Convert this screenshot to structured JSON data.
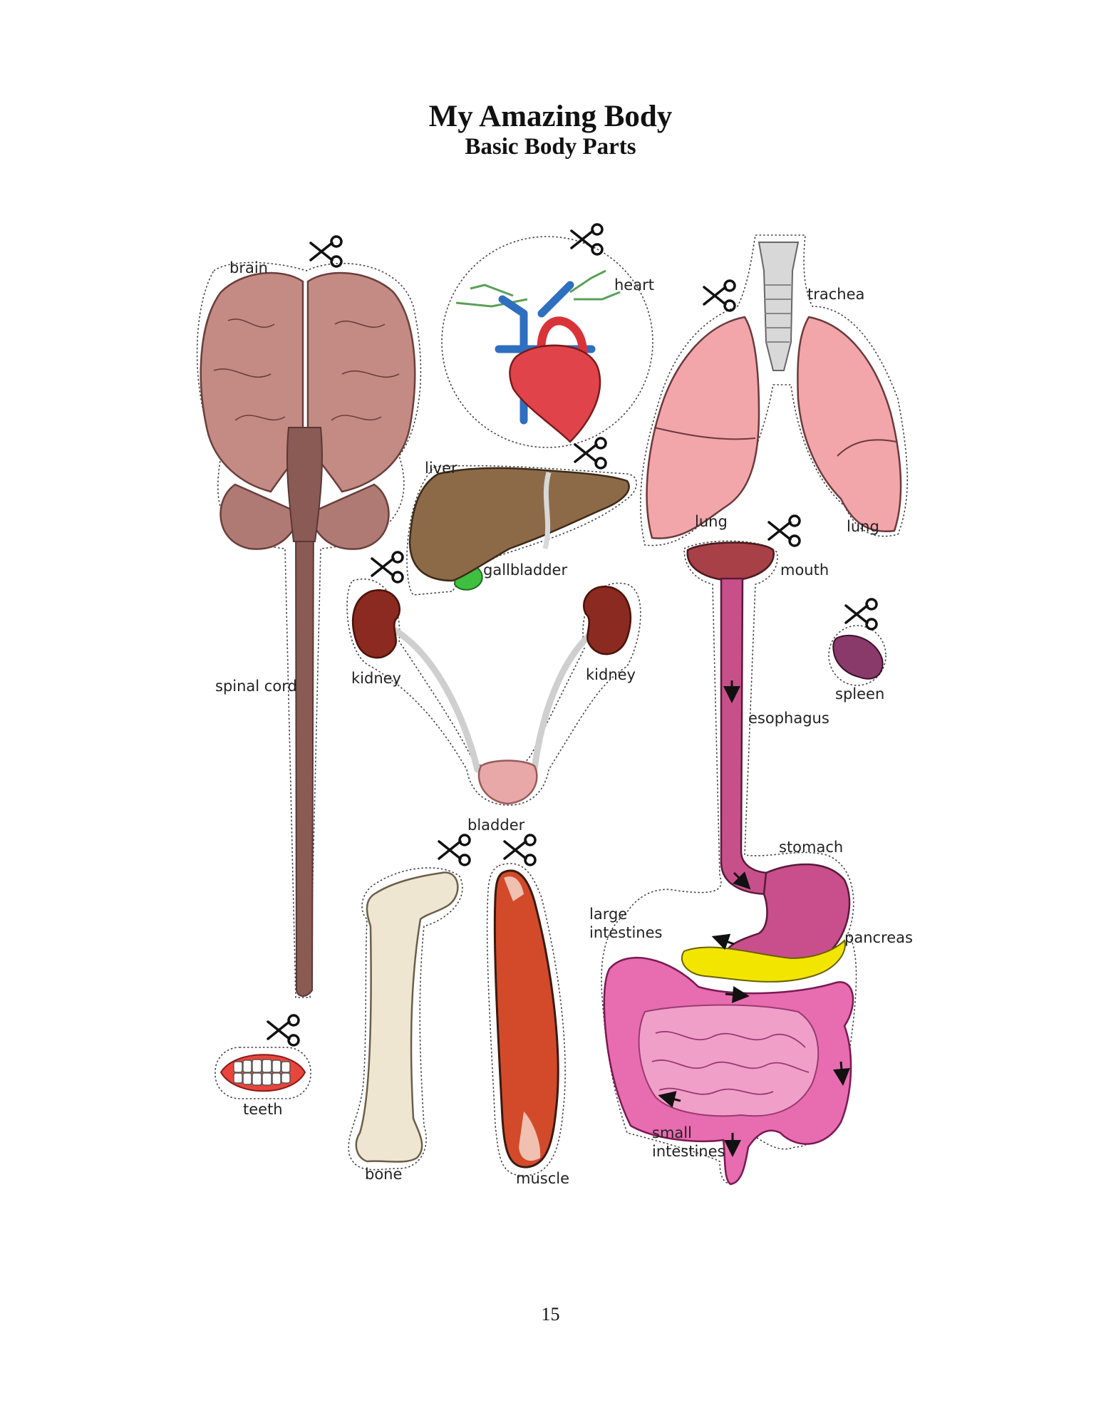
{
  "title": "My Amazing Body",
  "subtitle": "Basic Body Parts",
  "page_number": "15",
  "labels": {
    "brain": "brain",
    "spinal_cord": "spinal cord",
    "teeth": "teeth",
    "heart": "heart",
    "liver": "liver",
    "gallbladder": "gallbladder",
    "kidney_left": "kidney",
    "kidney_right": "kidney",
    "bladder": "bladder",
    "bone": "bone",
    "muscle": "muscle",
    "trachea": "trachea",
    "lung_left": "lung",
    "lung_right": "lung",
    "mouth": "mouth",
    "spleen": "spleen",
    "esophagus": "esophagus",
    "stomach": "stomach",
    "large_intestines_1": "large",
    "large_intestines_2": "intestines",
    "pancreas": "pancreas",
    "small_intestines_1": "small",
    "small_intestines_2": "intestines"
  },
  "icons": [
    "scissors-icon"
  ],
  "colors": {
    "brain": "#c48a84",
    "brainstem": "#8a5a55",
    "heart": "#e0444a",
    "vein": "#2f6fc0",
    "liver": "#8c6a48",
    "gallbladder": "#3fbf3f",
    "kidney": "#8a2a20",
    "bladder": "#e8a8a8",
    "bone": "#efe6d2",
    "muscle": "#d24a2a",
    "lung": "#f2a6aa",
    "trachea": "#d8d8d8",
    "esophagus": "#c8508a",
    "stomach": "#c84f8c",
    "pancreas": "#f2e600",
    "intestine": "#e86cb0",
    "small_intestine": "#f0a0c8",
    "spleen": "#8a3a6a"
  }
}
